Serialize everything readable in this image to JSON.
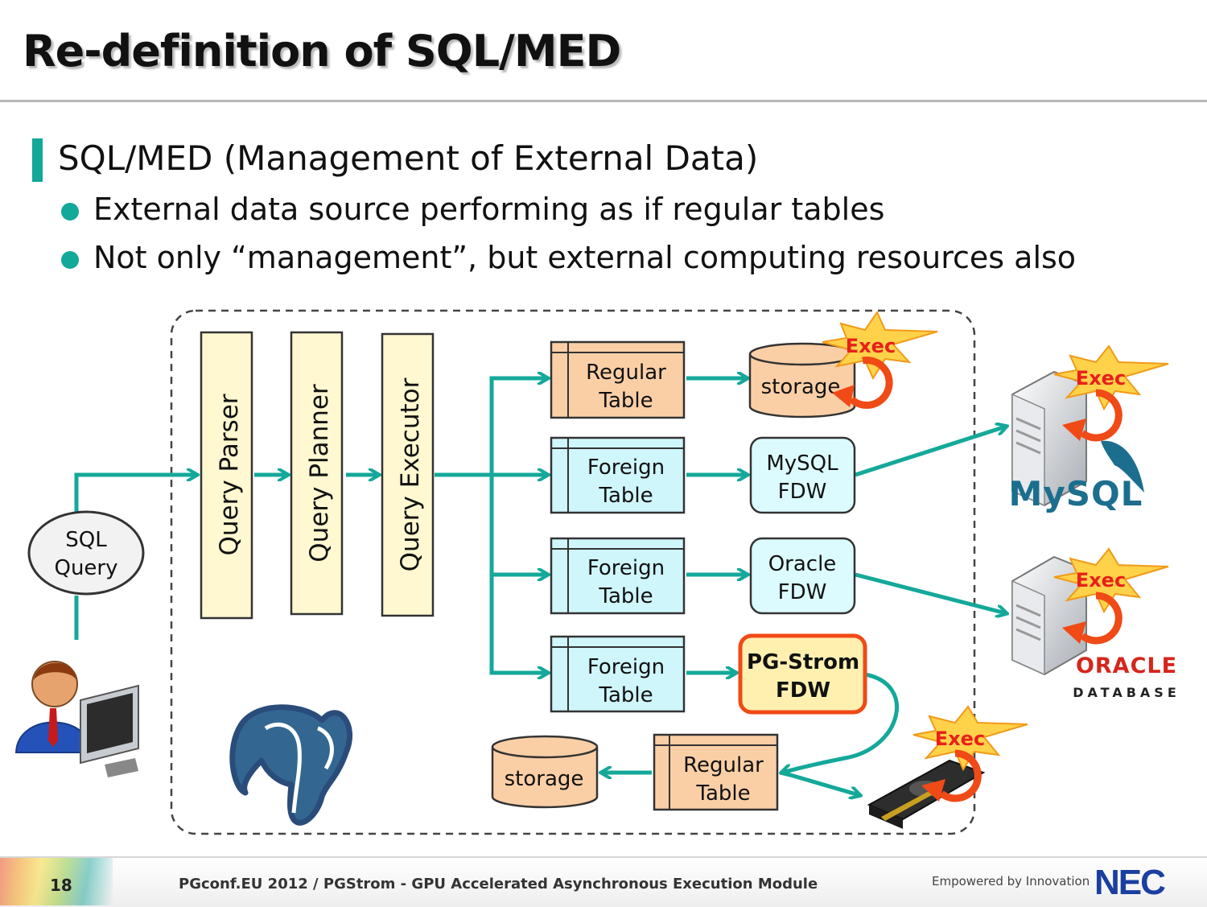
{
  "slide": {
    "title": "Re-definition of SQL/MED",
    "heading": "SQL/MED (Management of External Data)",
    "bullets": [
      "External data source performing as if regular tables",
      "Not only “management”, but external computing resources also"
    ]
  },
  "diagram": {
    "sql_query": [
      "SQL",
      "Query"
    ],
    "stages": [
      "Query Parser",
      "Query Planner",
      "Query Executor"
    ],
    "tables": {
      "regular_top": [
        "Regular",
        "Table"
      ],
      "foreign_1": [
        "Foreign",
        "Table"
      ],
      "foreign_2": [
        "Foreign",
        "Table"
      ],
      "foreign_3": [
        "Foreign",
        "Table"
      ],
      "regular_bottom": [
        "Regular",
        "Table"
      ]
    },
    "storage_top": "storage",
    "storage_bottom": "storage",
    "mysql_fdw": [
      "MySQL",
      "FDW"
    ],
    "oracle_fdw": [
      "Oracle",
      "FDW"
    ],
    "pgstrom_fdw": [
      "PG-Strom",
      "FDW"
    ],
    "exec_label": "Exec",
    "mysql_logo": "MySQL",
    "oracle_logo": "ORACLE",
    "oracle_sub": "DATABASE",
    "colors": {
      "arrow": "#14a89a",
      "stage_fill": "#fff8d0",
      "regular_fill": "#fbcfa6",
      "foreign_fill": "#cff6fb",
      "fdw_fill": "#dcfbff",
      "pgstrom_fill": "#fff0b0",
      "pgstrom_border": "#f04a16",
      "exec_text": "#e8201a"
    }
  },
  "footer": {
    "page": "18",
    "text": "PGconf.EU 2012 / PGStrom - GPU Accelerated Asynchronous Execution Module",
    "tagline": "Empowered by Innovation",
    "logo": "NEC"
  }
}
